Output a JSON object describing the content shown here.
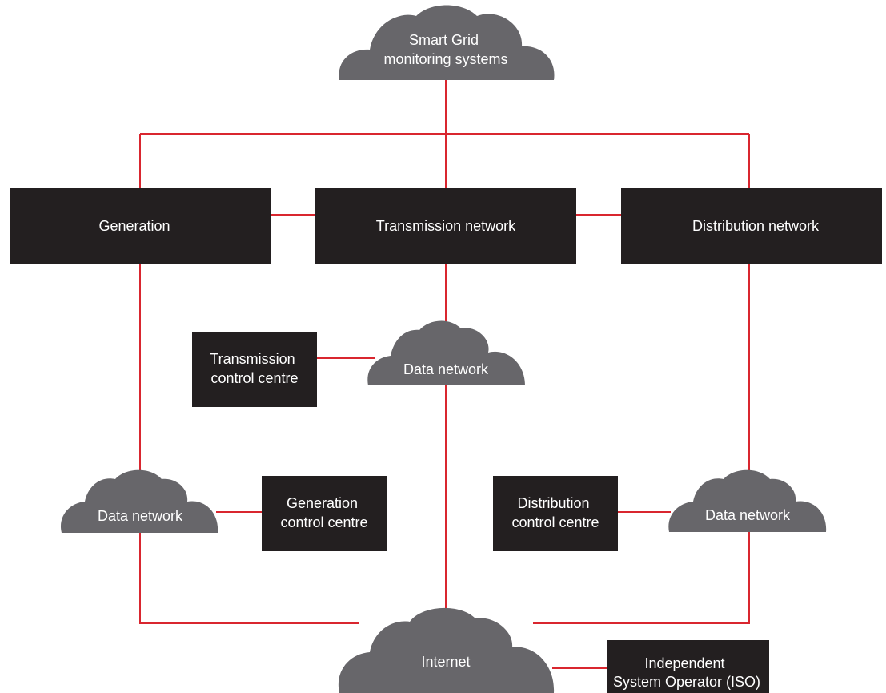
{
  "colors": {
    "connector": "#d9262f",
    "box": "#231f20",
    "cloud": "#67666a",
    "text": "#ffffff",
    "background": "#ffffff"
  },
  "nodes": {
    "smart_grid": {
      "kind": "cloud",
      "lines": [
        "Smart Grid",
        "monitoring systems"
      ]
    },
    "generation": {
      "kind": "box",
      "lines": [
        "Generation"
      ]
    },
    "transmission": {
      "kind": "box",
      "lines": [
        "Transmission network"
      ]
    },
    "distribution": {
      "kind": "box",
      "lines": [
        "Distribution network"
      ]
    },
    "transmission_control": {
      "kind": "box",
      "lines": [
        "Transmission",
        "control centre"
      ]
    },
    "data_network_center": {
      "kind": "cloud",
      "lines": [
        "Data network"
      ]
    },
    "data_network_left": {
      "kind": "cloud",
      "lines": [
        "Data network"
      ]
    },
    "generation_control": {
      "kind": "box",
      "lines": [
        "Generation",
        "control centre"
      ]
    },
    "distribution_control": {
      "kind": "box",
      "lines": [
        "Distribution",
        "control centre"
      ]
    },
    "data_network_right": {
      "kind": "cloud",
      "lines": [
        "Data network"
      ]
    },
    "internet": {
      "kind": "cloud",
      "lines": [
        "Internet"
      ]
    },
    "iso": {
      "kind": "box",
      "lines": [
        "Independent",
        "System Operator (ISO)"
      ]
    }
  }
}
